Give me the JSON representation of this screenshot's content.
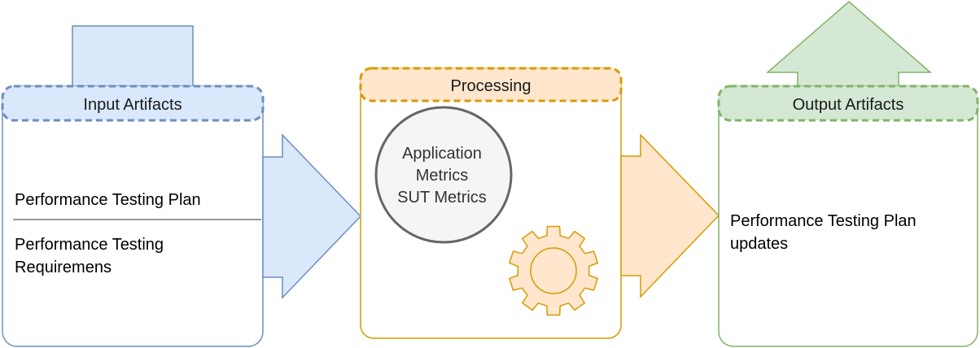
{
  "colors": {
    "blue_stroke": "#6c8ebf",
    "blue_fill": "#dae8fc",
    "orange_stroke": "#d79b00",
    "orange_fill": "#ffe6cc",
    "green_stroke": "#82b366",
    "green_fill": "#d5e8d4",
    "gray_stroke": "#666666",
    "gray_fill": "#f5f5f5"
  },
  "input_panel": {
    "header": "Input Artifacts",
    "item_1": "Performance Testing Plan",
    "item_2_line_1": "Performance Testing",
    "item_2_line_2": "Requiremens"
  },
  "processing_panel": {
    "header": "Processing",
    "circle_line_1": "Application",
    "circle_line_2": "Metrics",
    "circle_line_3": "SUT Metrics",
    "icon": "gear-icon"
  },
  "output_panel": {
    "header": "Output Artifacts",
    "item_line_1": "Performance Testing Plan",
    "item_line_2": "updates"
  }
}
